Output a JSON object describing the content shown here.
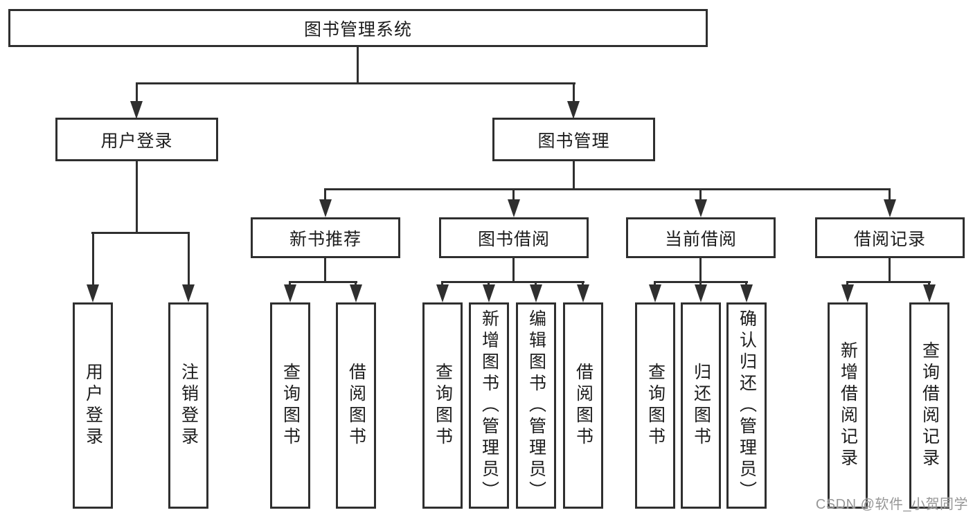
{
  "diagram": {
    "root": {
      "label": "图书管理系统"
    },
    "branches": [
      {
        "label": "用户登录",
        "children": [
          {
            "label": "用户登录"
          },
          {
            "label": "注销登录"
          }
        ]
      },
      {
        "label": "图书管理",
        "children": [
          {
            "label": "新书推荐",
            "children": [
              {
                "label": "查询图书"
              },
              {
                "label": "借阅图书"
              }
            ]
          },
          {
            "label": "图书借阅",
            "children": [
              {
                "label": "查询图书"
              },
              {
                "label": "新增图书（管理员）"
              },
              {
                "label": "编辑图书（管理员）"
              },
              {
                "label": "借阅图书"
              }
            ]
          },
          {
            "label": "当前借阅",
            "children": [
              {
                "label": "查询图书"
              },
              {
                "label": "归还图书"
              },
              {
                "label": "确认归还（管理员）"
              }
            ]
          },
          {
            "label": "借阅记录",
            "children": [
              {
                "label": "新增借阅记录"
              },
              {
                "label": "查询借阅记录"
              }
            ]
          }
        ]
      }
    ],
    "watermark": "CSDN @软件_小贺同学",
    "colors": {
      "line": "#2f2f2f",
      "text": "#1c1c1c",
      "watermark": "#979797",
      "background": "#ffffff"
    }
  }
}
